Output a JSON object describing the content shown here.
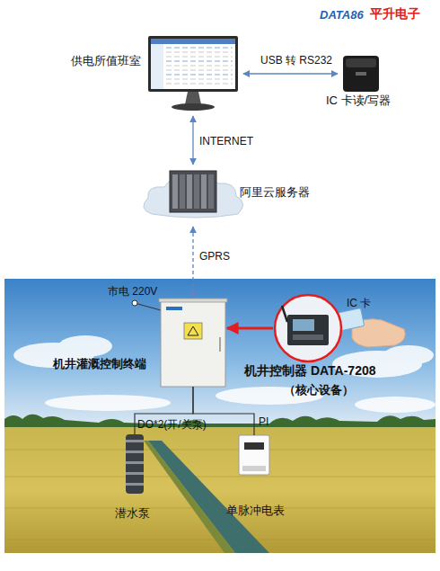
{
  "diagram": {
    "nodes": [
      {
        "text": [
          "供电所值班室"
        ]
      },
      {
        "text": [
          "IC 卡读/写器"
        ]
      },
      {
        "text": [
          "阿里云服务器"
        ]
      },
      {
        "text": [
          "机井灌溉控制终端"
        ]
      },
      {
        "text": [
          "机井控制器 DATA-7208",
          "（核心设备）"
        ]
      },
      {
        "text": [
          "潜水泵"
        ]
      },
      {
        "text": [
          "单脉冲电表"
        ]
      }
    ],
    "edges": [
      {
        "from": 0,
        "to": 1,
        "label": "USB 转 RS232",
        "arrow": "both"
      },
      {
        "from": 0,
        "to": 2,
        "label": "INTERNET",
        "arrow": "both"
      },
      {
        "from": 2,
        "to": 3,
        "label": "GPRS",
        "arrow": "both"
      },
      {
        "from": 4,
        "to": 3,
        "arrow": "to"
      },
      {
        "from": 3,
        "to": 5,
        "label": "DO*2(开/关泵)",
        "arrow": "none"
      },
      {
        "from": 3,
        "to": 6,
        "label": "PI",
        "arrow": "none"
      }
    ],
    "labels": [
      "DATA86",
      "平升电子",
      "市电 220V",
      "IC 卡"
    ]
  }
}
